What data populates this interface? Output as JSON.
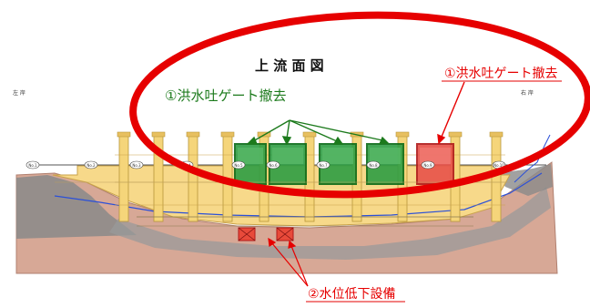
{
  "title": "上 流 面 図",
  "labels": {
    "gate_removal_right": "①洪水吐ゲート撤去",
    "gate_removal_center": "①洪水吐ゲート撤去",
    "water_level_lowering": "②水位低下設備",
    "left_corner": "左 岸",
    "right_corner": "右 岸"
  },
  "pier_marks": [
    "No.1",
    "No.2",
    "No.3",
    "No.4",
    "No.5",
    "No.6",
    "No.7",
    "No.8",
    "No.9",
    "No.10"
  ],
  "colors": {
    "highlight_ellipse": "#e60000",
    "green_gate_fill": "#2f9e44",
    "green_gate_stroke": "#0b6b18",
    "red_gate_fill": "#e8524a",
    "dam_body": "#f7d98a",
    "pier": "#f5d57a",
    "ground_brown": "#d7a896",
    "grey_foundation": "#8a8a8a",
    "water_line": "#2b50d8",
    "green_label": "#1c7a1c",
    "red_label": "#e60000"
  }
}
